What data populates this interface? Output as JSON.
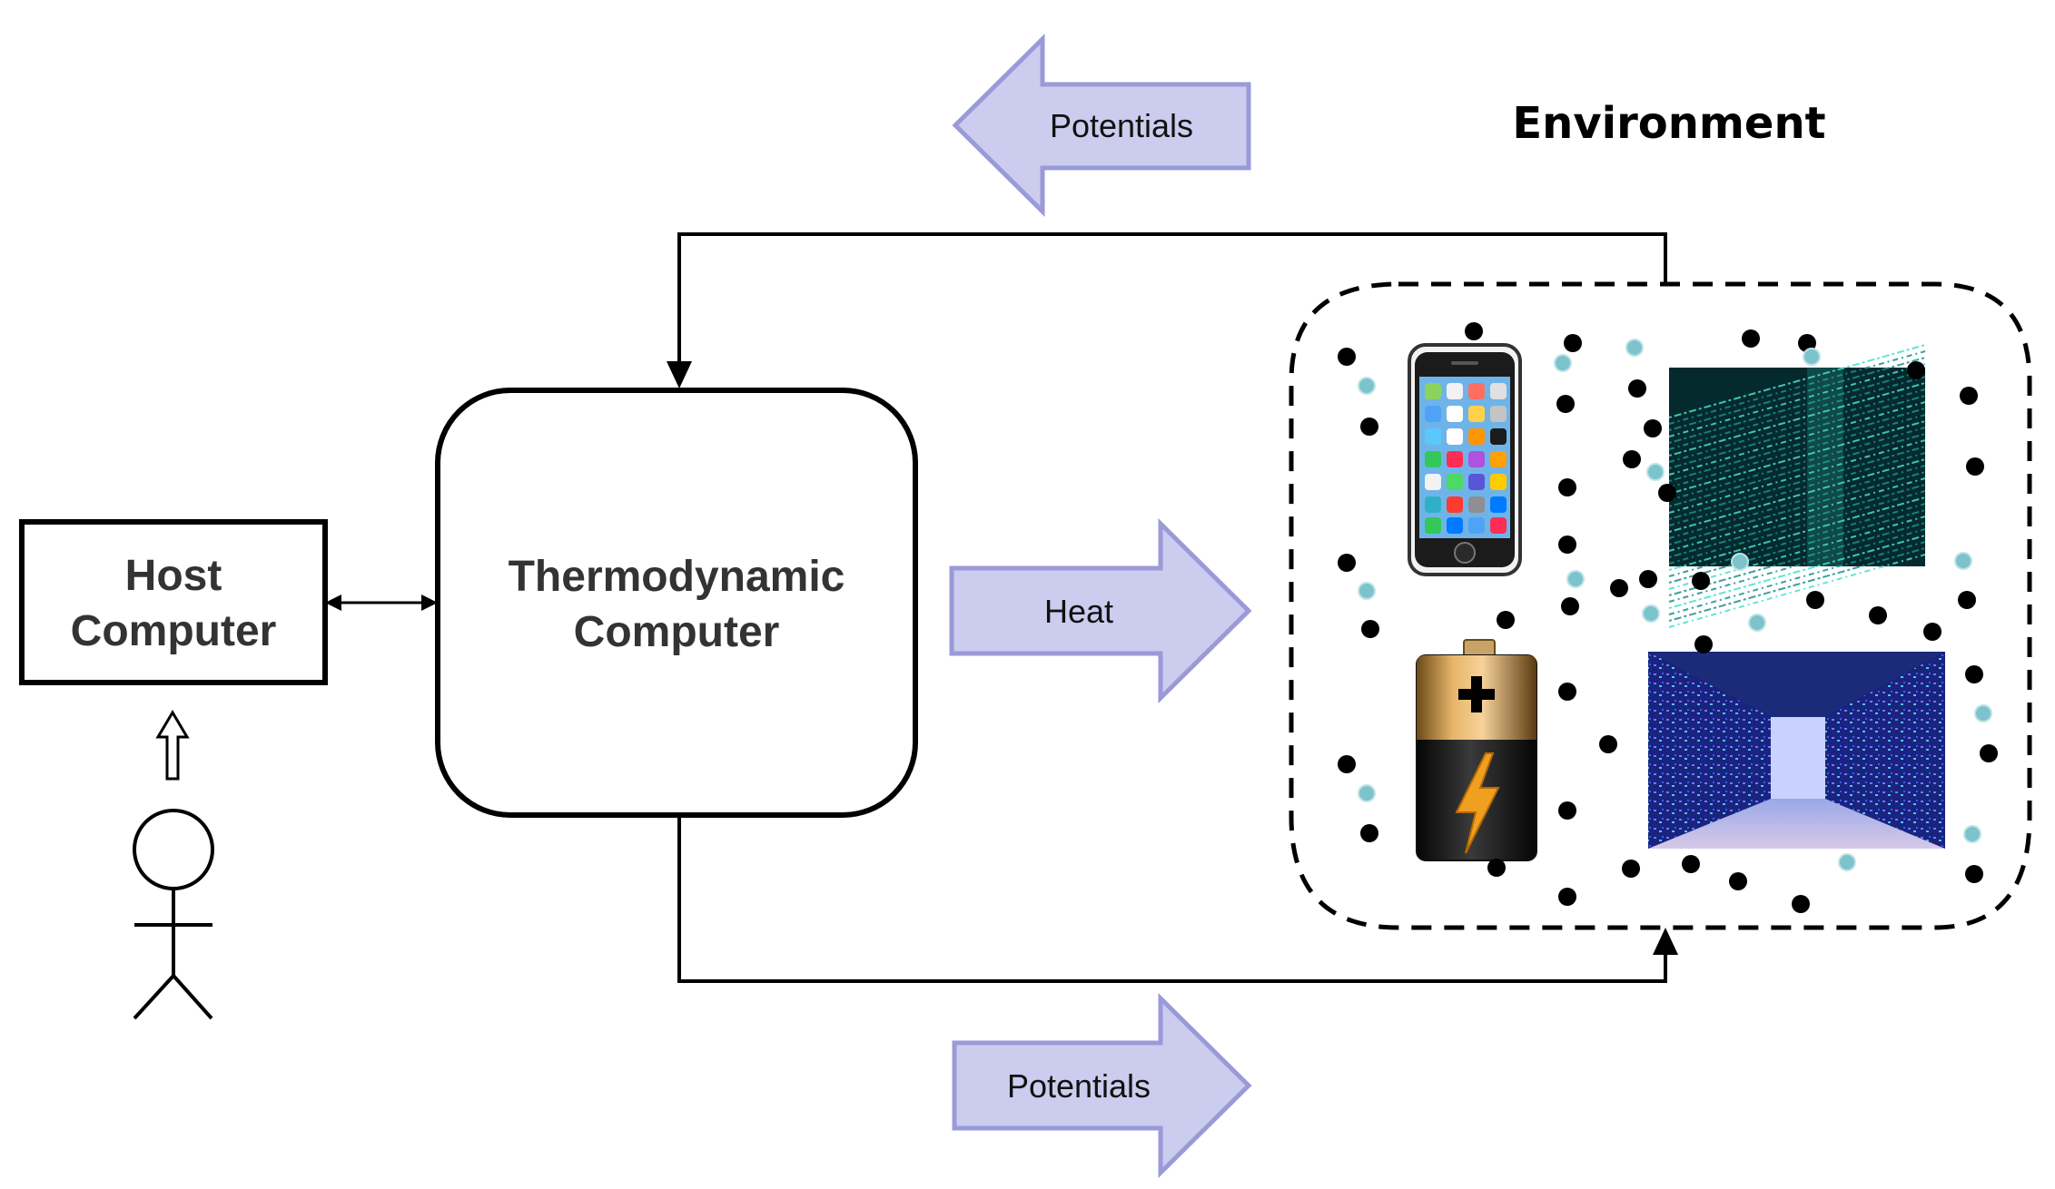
{
  "host_computer": {
    "line1": "Host",
    "line2": "Computer"
  },
  "thermodynamic_computer": {
    "line1": "Thermodynamic",
    "line2": "Computer"
  },
  "arrows": {
    "potentials_top": "Potentials",
    "heat": "Heat",
    "potentials_bottom": "Potentials"
  },
  "environment": {
    "title": "Environment"
  },
  "colors": {
    "flow_arrow_fill": "#ccccee",
    "flow_arrow_stroke": "#9a9ad8",
    "particle_dark": "#000000",
    "particle_teal": "#7cc3cc"
  },
  "icons": [
    "user-stick-figure-icon",
    "phone-icon",
    "binary-code-icon",
    "battery-icon",
    "datacenter-icon"
  ]
}
